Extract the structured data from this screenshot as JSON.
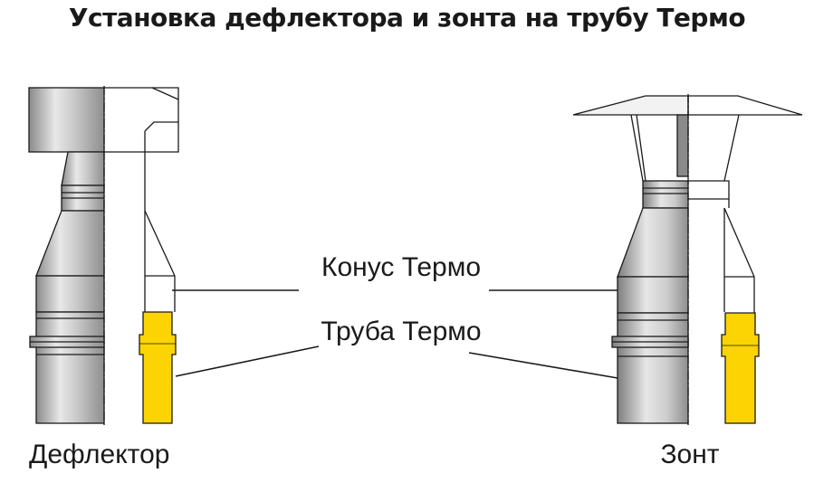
{
  "title": "Установка дефлектора и зонта на трубу Термо",
  "labels": {
    "cone": "Конус Термо",
    "pipe": "Труба Термо",
    "deflector": "Дефлектор",
    "umbrella": "Зонт"
  },
  "colors": {
    "steel_dark": "#8e8e8e",
    "steel_light": "#e6e6e6",
    "insulation_yellow": "#fcd303",
    "outline": "#1a1a1a"
  }
}
